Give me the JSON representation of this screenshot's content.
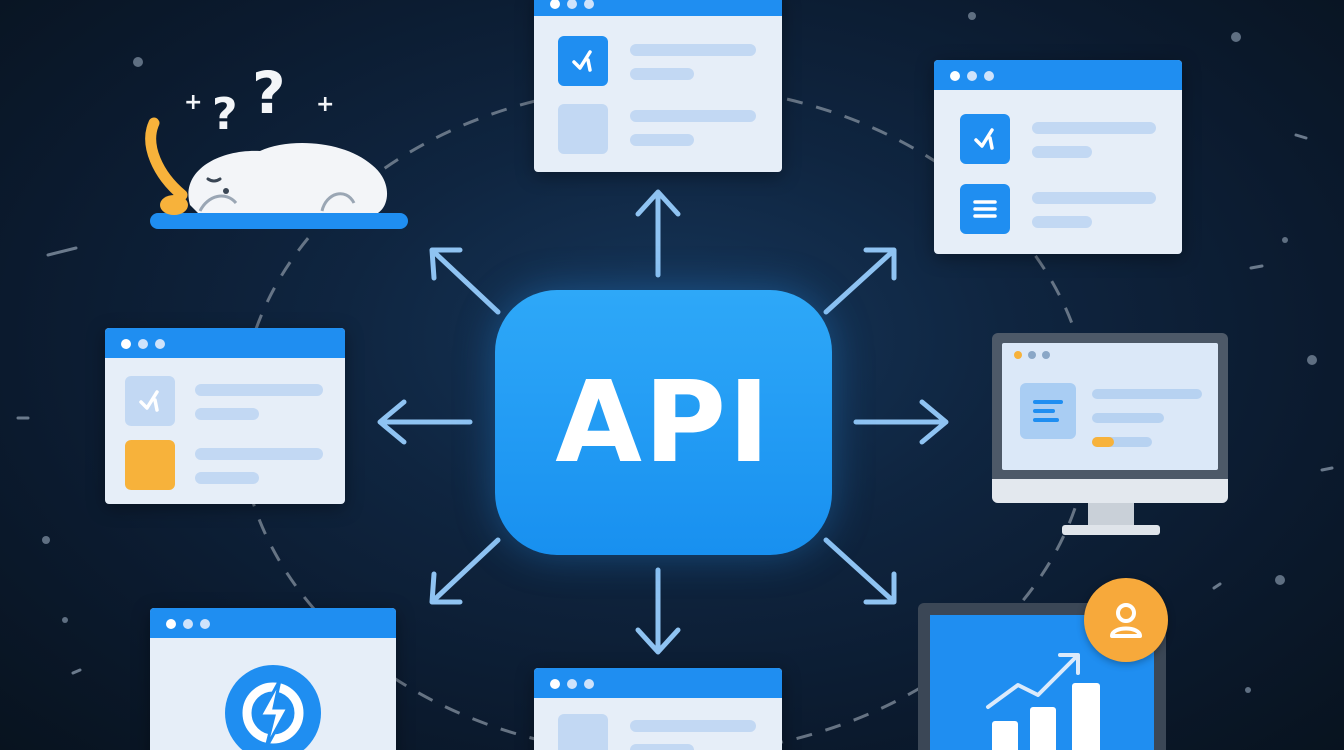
{
  "hub": {
    "label": "API"
  },
  "sleep_marks": [
    "?",
    "?",
    "+",
    "+"
  ],
  "colors": {
    "background": "#0b1a2e",
    "hub": "#1f93f2",
    "window_bar": "#1f8ef1",
    "window_body": "#e6eef8",
    "placeholder": "#c2d8f3",
    "arrow": "#8fc3f2",
    "dashed_ring": "#7d8a99",
    "accent_orange": "#f7b23b"
  },
  "icons": {
    "window_top_center": [
      "app-logo-icon",
      "blank-tile"
    ],
    "window_top_right": [
      "app-logo-icon",
      "list-icon"
    ],
    "window_left": [
      "app-logo-icon",
      "blank-tile"
    ],
    "window_bottom_left": [
      "lightning-icon"
    ],
    "monitor": [
      "document-icon"
    ],
    "dashboard": [
      "bar-chart-icon",
      "trend-line-icon",
      "user-icon"
    ],
    "sleeping_cat": [
      "cat-illustration",
      "question-mark-icon"
    ]
  }
}
